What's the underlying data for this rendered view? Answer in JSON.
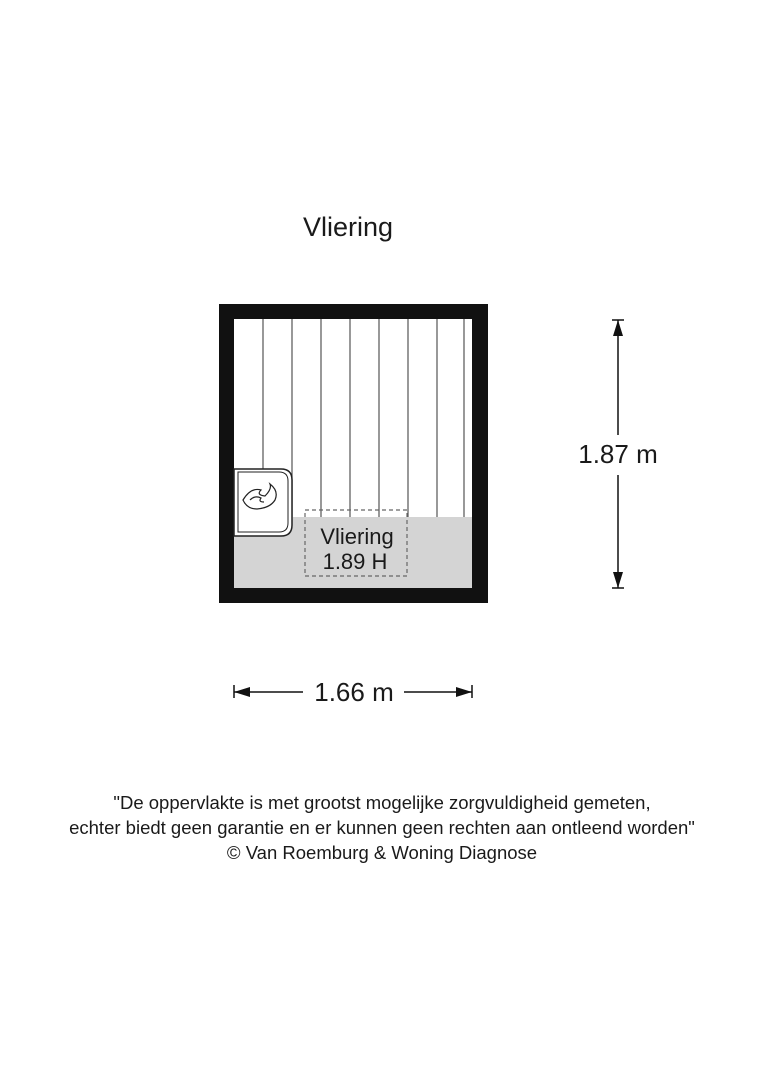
{
  "plan": {
    "title": "Vliering",
    "room": {
      "name": "Vliering",
      "height_label": "1.89 H"
    },
    "dimensions": {
      "height": "1.87 m",
      "width": "1.66 m"
    },
    "colors": {
      "wall": "#111111",
      "floor": "#ffffff",
      "low_ceiling_zone": "#d4d4d4",
      "planks": "#555555"
    }
  },
  "disclaimer": {
    "line1": "\"De oppervlakte is met grootst mogelijke zorgvuldigheid gemeten,",
    "line2": "echter biedt geen garantie en er kunnen geen rechten aan ontleend worden\"",
    "line3": "© Van Roemburg & Woning Diagnose"
  }
}
